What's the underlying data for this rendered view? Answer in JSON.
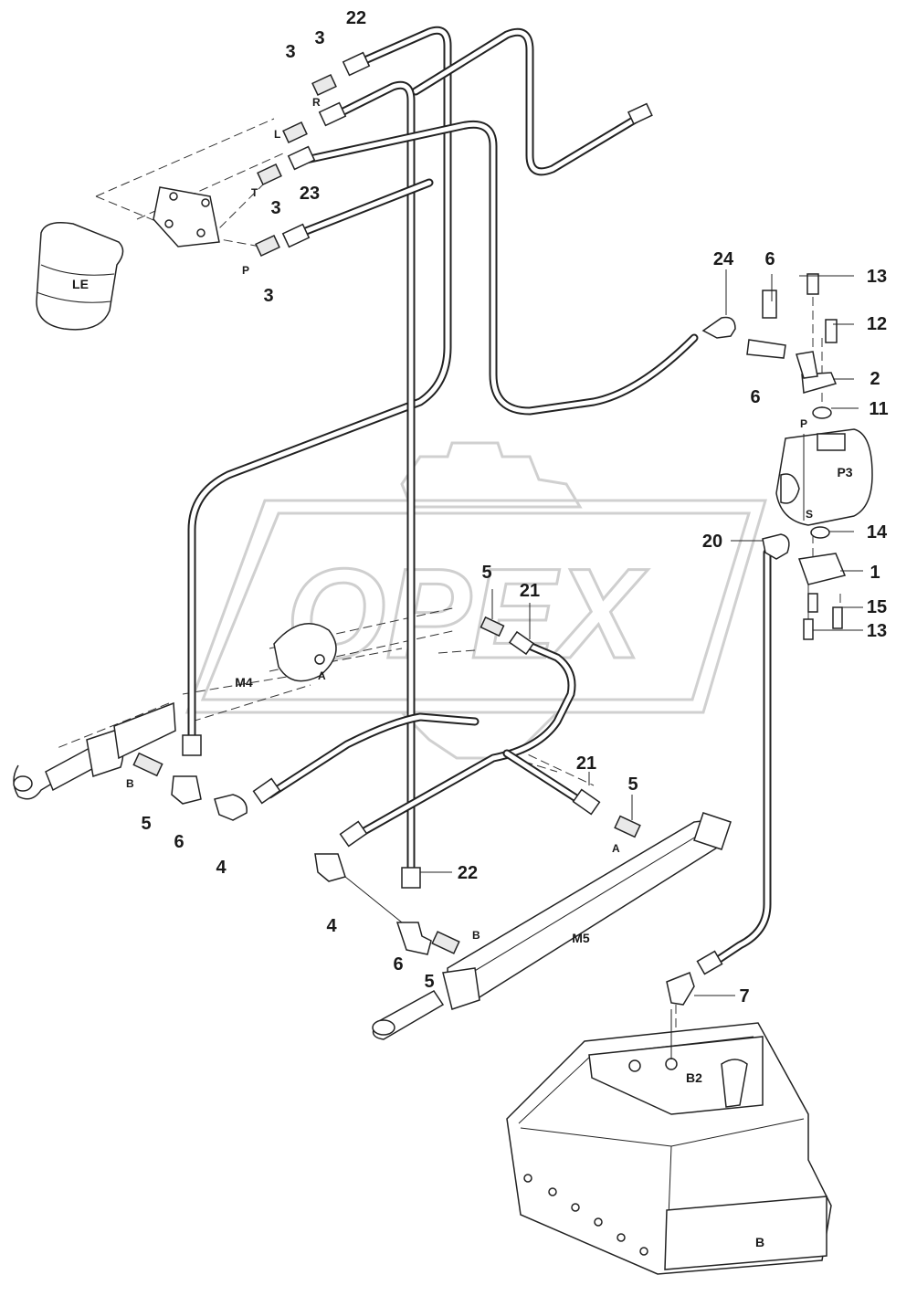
{
  "watermark": {
    "text": "OPEX"
  },
  "callouts": [
    {
      "id": "c22a",
      "text": "22"
    },
    {
      "id": "c3a",
      "text": "3"
    },
    {
      "id": "c3b",
      "text": "3"
    },
    {
      "id": "c23",
      "text": "23"
    },
    {
      "id": "c3c",
      "text": "3"
    },
    {
      "id": "c3d",
      "text": "3"
    },
    {
      "id": "c24",
      "text": "24"
    },
    {
      "id": "c6a",
      "text": "6"
    },
    {
      "id": "c13a",
      "text": "13"
    },
    {
      "id": "c12",
      "text": "12"
    },
    {
      "id": "c2",
      "text": "2"
    },
    {
      "id": "c6b",
      "text": "6"
    },
    {
      "id": "c11",
      "text": "11"
    },
    {
      "id": "c14",
      "text": "14"
    },
    {
      "id": "c20",
      "text": "20"
    },
    {
      "id": "c1",
      "text": "1"
    },
    {
      "id": "c15",
      "text": "15"
    },
    {
      "id": "c13b",
      "text": "13"
    },
    {
      "id": "c5a",
      "text": "5"
    },
    {
      "id": "c21a",
      "text": "21"
    },
    {
      "id": "c5b",
      "text": "5"
    },
    {
      "id": "c6c",
      "text": "6"
    },
    {
      "id": "c4a",
      "text": "4"
    },
    {
      "id": "c21b",
      "text": "21"
    },
    {
      "id": "c5c",
      "text": "5"
    },
    {
      "id": "c22b",
      "text": "22"
    },
    {
      "id": "c4b",
      "text": "4"
    },
    {
      "id": "c6d",
      "text": "6"
    },
    {
      "id": "c5d",
      "text": "5"
    },
    {
      "id": "c7",
      "text": "7"
    }
  ],
  "ports": [
    {
      "id": "pR",
      "text": "R"
    },
    {
      "id": "pL",
      "text": "L"
    },
    {
      "id": "pT",
      "text": "T"
    },
    {
      "id": "pP",
      "text": "P"
    },
    {
      "id": "pPump",
      "text": "P"
    },
    {
      "id": "pS",
      "text": "S"
    },
    {
      "id": "pA1",
      "text": "A"
    },
    {
      "id": "pB1",
      "text": "B"
    },
    {
      "id": "pA2",
      "text": "A"
    },
    {
      "id": "pB2",
      "text": "B"
    }
  ],
  "components": [
    {
      "id": "LE",
      "text": "LE"
    },
    {
      "id": "P3",
      "text": "P3"
    },
    {
      "id": "M4",
      "text": "M4"
    },
    {
      "id": "M5",
      "text": "M5"
    },
    {
      "id": "B2",
      "text": "B2"
    },
    {
      "id": "B",
      "text": "B"
    }
  ]
}
